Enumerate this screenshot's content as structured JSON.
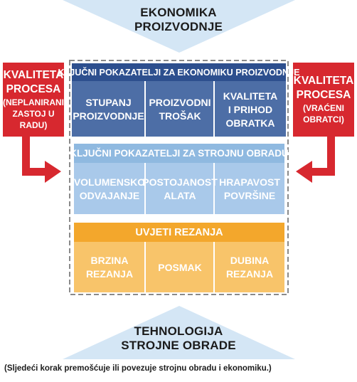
{
  "top": {
    "line1": "EKONOMIKA",
    "line2": "PROIZVODNJE"
  },
  "bottom": {
    "line1": "TEHNOLOGIJA",
    "line2": "STROJNE OBRADE"
  },
  "left_box": {
    "line1": "KVALITETA",
    "line2": "PROCESA",
    "line3": "(NEPLANIRANI",
    "line4": "ZASTOJ U RADU)"
  },
  "right_box": {
    "line1": "KVALITETA",
    "line2": "PROCESA",
    "line3": "(VRAĆENI",
    "line4": "OBRATCI)"
  },
  "economics_section": {
    "header": "KLJUČNI POKAZATELJI ZA EKONOMIKU PROIZVODNJE",
    "items": [
      {
        "line1": "STUPANJ",
        "line2": "PROIZVODNJE",
        "line3": ""
      },
      {
        "line1": "PROIZVODNI",
        "line2": "TROŠAK",
        "line3": ""
      },
      {
        "line1": "KVALITETA",
        "line2": "I PRIHOD",
        "line3": "OBRATKA"
      }
    ]
  },
  "machining_section": {
    "header": "KLJUČNI POKAZATELJI ZA STROJNU OBRADU",
    "items": [
      {
        "line1": "VOLUMENSKO",
        "line2": "ODVAJANJE"
      },
      {
        "line1": "POSTOJANOST",
        "line2": "ALATA"
      },
      {
        "line1": "HRAPAVOST",
        "line2": "POVRŠINE"
      }
    ]
  },
  "cutting_section": {
    "header": "UVJETI REZANJA",
    "items": [
      {
        "line1": "BRZINA",
        "line2": "REZANJA"
      },
      {
        "line1": "POSMAK",
        "line2": ""
      },
      {
        "line1": "DUBINA",
        "line2": "REZANJA"
      }
    ]
  },
  "footnote": "(Sljedeći korak premošćuje ili povezuje strojnu obradu i ekonomiku.)",
  "colors": {
    "navy_header": "#2d4f8e",
    "navy_cell": "#4d6ea6",
    "light_blue_header": "#8fb9e0",
    "light_blue_cell": "#a9c9ea",
    "orange_header": "#f3a72c",
    "orange_cell": "#f8c46a",
    "red": "#d7282f",
    "triangle": "#cfe3f4",
    "dash": "#8a8a8a"
  }
}
